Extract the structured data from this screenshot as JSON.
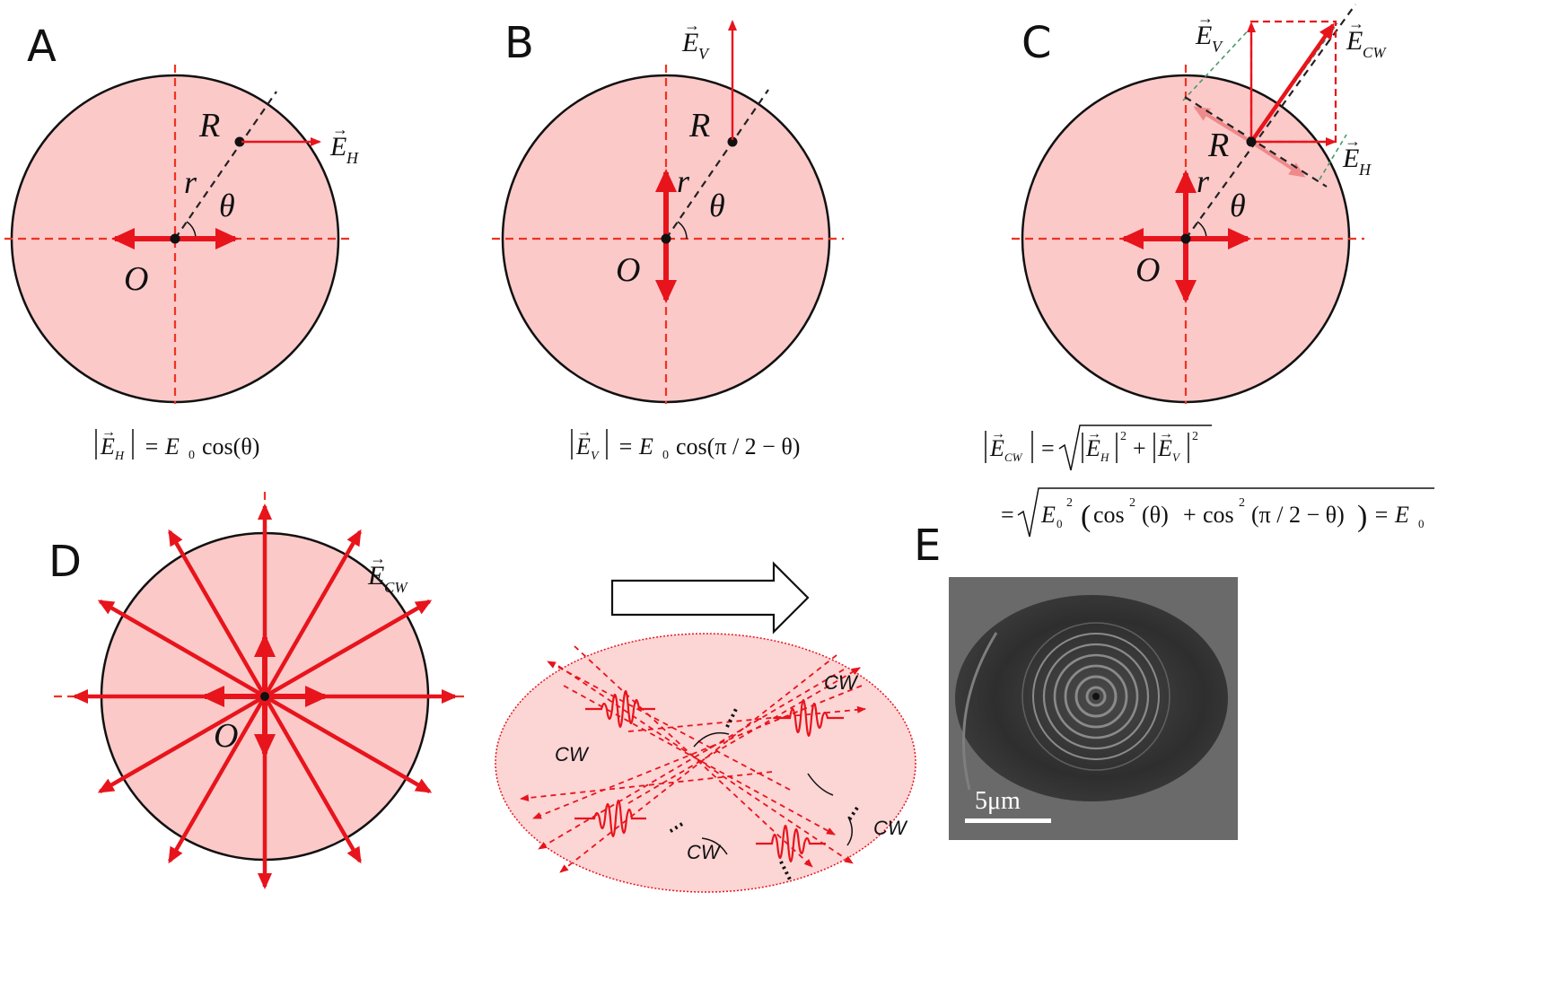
{
  "panels": {
    "A": {
      "label": "A",
      "point_R": "R",
      "point_O": "O",
      "radius": "r",
      "angle": "θ",
      "vector": "E",
      "vector_sub": "H",
      "equation": {
        "lhs_vec": "E",
        "lhs_sub": "H",
        "rhs": "= E",
        "rhs_sub": "0",
        "rhs_func": "cos(θ)"
      }
    },
    "B": {
      "label": "B",
      "point_R": "R",
      "point_O": "O",
      "radius": "r",
      "angle": "θ",
      "vector": "E",
      "vector_sub": "V",
      "equation": {
        "lhs_vec": "E",
        "lhs_sub": "V",
        "rhs": "= E",
        "rhs_sub": "0",
        "rhs_func": "cos(π / 2 − θ)"
      }
    },
    "C": {
      "label": "C",
      "point_R": "R",
      "point_O": "O",
      "radius": "r",
      "angle": "θ",
      "vector_v": "E",
      "vector_v_sub": "V",
      "vector_h": "E",
      "vector_h_sub": "H",
      "vector_cw": "E",
      "vector_cw_sub": "CW",
      "equation": {
        "line1_lhs_vec": "E",
        "line1_lhs_sub": "CW",
        "line1_eq": "=",
        "line1_t1_vec": "E",
        "line1_t1_sub": "H",
        "line1_plus": "+",
        "line1_t2_vec": "E",
        "line1_t2_sub": "V",
        "exp": "2",
        "line2_eq": "=",
        "line2_e0": "E",
        "line2_e0_sub": "0",
        "line2_cos1": "cos",
        "line2_arg1": "(θ)",
        "line2_plus": "+",
        "line2_cos2": "cos",
        "line2_arg2": "(π / 2 − θ)",
        "line2_result": "= E",
        "line2_result_sub": "0"
      }
    },
    "D": {
      "label": "D",
      "point_O": "O",
      "vector": "E",
      "vector_sub": "CW"
    },
    "E": {
      "label": "E",
      "wave_labels": [
        "CW",
        "CW",
        "CW",
        "CW"
      ],
      "scale_bar": "5μm"
    }
  },
  "colors": {
    "disk_fill": "#fcc9c9",
    "vector_red": "#e8141c",
    "outline": "#111111",
    "micrograph_bg": "#6e6e6e",
    "micrograph_dark": "#3a3a3a"
  },
  "icons": [
    "right-arrow-outline-icon"
  ]
}
